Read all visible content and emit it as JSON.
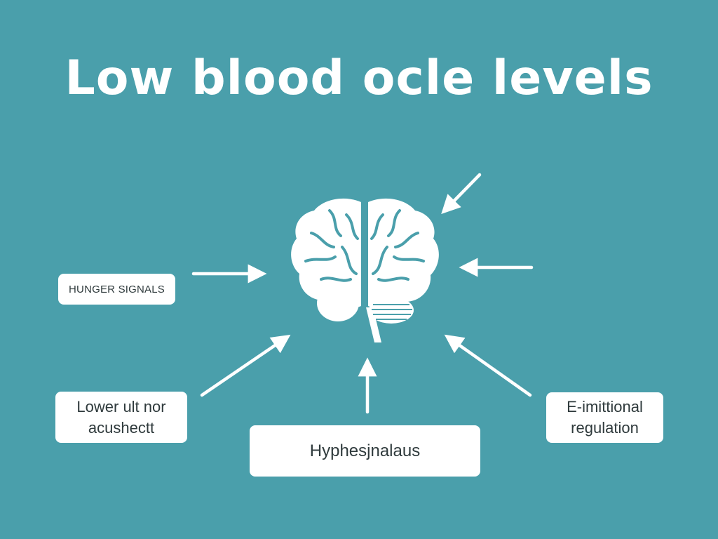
{
  "title": "Low blood ocle levels",
  "labels": {
    "hunger_signals": "HUNGER SIGNALS",
    "lower_left": "Lower ult nor acushectt",
    "bottom_center": "Hyphesjnalaus",
    "right": "E-imittional regulation"
  },
  "colors": {
    "background": "#4a9fab",
    "foreground": "#ffffff",
    "label_text": "#2f3a3c"
  },
  "icons": {
    "center": "brain-icon"
  }
}
